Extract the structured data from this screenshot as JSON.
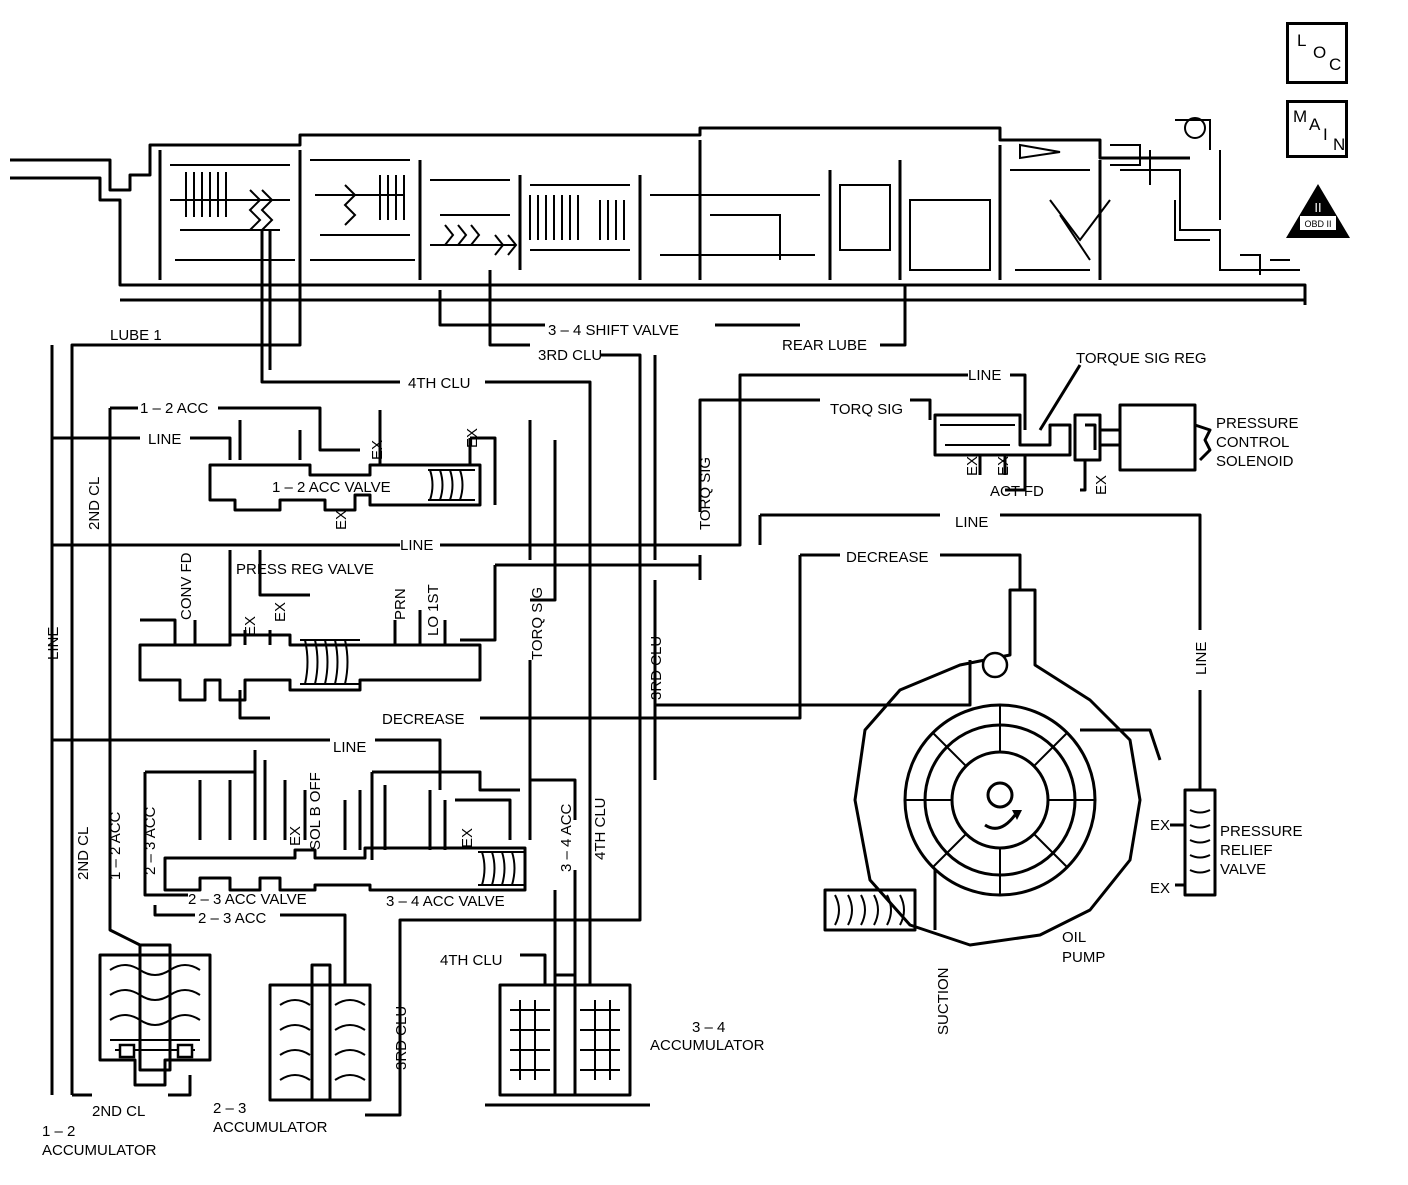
{
  "nav": {
    "loc": [
      "L",
      "O",
      "C"
    ],
    "main": [
      "M",
      "A",
      "I",
      "N"
    ],
    "obd_label": "OBD II",
    "obd_numeral": "II"
  },
  "labels": {
    "lube1": "LUBE 1",
    "shift34": "3 – 4 SHIFT VALVE",
    "rear_lube": "REAR LUBE",
    "clu3_top": "3RD CLU",
    "clu4_top": "4TH CLU",
    "acc12_top": "1 – 2 ACC",
    "line_1": "LINE",
    "ex_a": "EX",
    "ex_b": "EX",
    "ex_c": "EX",
    "valve12": "1 – 2 ACC VALVE",
    "cl2_left": "2ND CL",
    "line_top_right": "LINE",
    "torque_sig_reg": "TORQUE SIG REG",
    "torq_sig_h": "TORQ SIG",
    "pressure": "PRESSURE",
    "control": "CONTROL",
    "solenoid": "SOLENOID",
    "ex_d": "EX",
    "ex_e": "EX",
    "act_fd": "ACT FD",
    "ex_f": "EX",
    "torq_sig_v": "TORQ SIG",
    "line_mid_right": "LINE",
    "line_center": "LINE",
    "decrease_top": "DECREASE",
    "press_reg_valve": "PRESS REG VALVE",
    "conv_fd": "CONV FD",
    "ex_g": "EX",
    "ex_h": "EX",
    "prn": "PRN",
    "lo1st": "LO 1ST",
    "torq_sig_v2": "TORQ SIG",
    "clu3_v": "3RD CLU",
    "line_left_v": "LINE",
    "line_pump_v": "LINE",
    "decrease_bottom": "DECREASE",
    "line_lower": "LINE",
    "cl2_v": "2ND CL",
    "acc12_v": "1 – 2 ACC",
    "acc23_v": "2 – 3 ACC",
    "ex_i": "EX",
    "solb_off": "SOL B OFF",
    "ex_j": "EX",
    "acc34_v": "3 – 4 ACC",
    "clu4_v": "4TH CLU",
    "valve23": "2 – 3 ACC VALVE",
    "valve34": "3 – 4 ACC VALVE",
    "acc23_h": "2 – 3 ACC",
    "clu3_v2": "3RD CLU",
    "clu4_h": "4TH CLU",
    "acc34_num": "3 – 4",
    "accumulator_34": "ACCUMULATOR",
    "ex_k": "EX",
    "ex_l": "EX",
    "pressure_relief": "PRESSURE",
    "relief": "RELIEF",
    "valve": "VALVE",
    "oil": "OIL",
    "pump": "PUMP",
    "suction": "SUCTION",
    "cl2_bottom": "2ND CL",
    "acc12_num": "1 – 2",
    "accumulator_12": "ACCUMULATOR",
    "acc23_num": "2 – 3",
    "accumulator_23": "ACCUMULATOR"
  }
}
